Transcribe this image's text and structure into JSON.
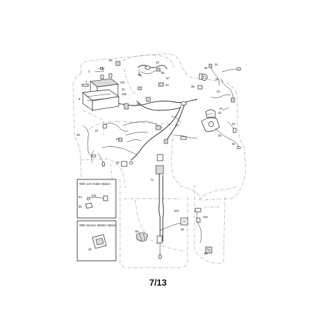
{
  "page_number": "7/13",
  "option_boxes": [
    {
      "title": "With 12V Outlet Option",
      "callouts": [
        "103",
        "51",
        "55"
      ]
    },
    {
      "title": "With Service Minder Option",
      "callouts": [
        "40"
      ]
    }
  ],
  "callouts": [
    "99",
    "22",
    "33",
    "35",
    "2",
    "3",
    "88",
    "21",
    "1",
    "101",
    "57",
    "10",
    "100",
    "97",
    "34",
    "24",
    "39",
    "9",
    "38",
    "27",
    "43",
    "28",
    "67",
    "37",
    "34",
    "42",
    "25",
    "26",
    "36",
    "71",
    "104",
    "102",
    "36",
    "89",
    "80"
  ]
}
